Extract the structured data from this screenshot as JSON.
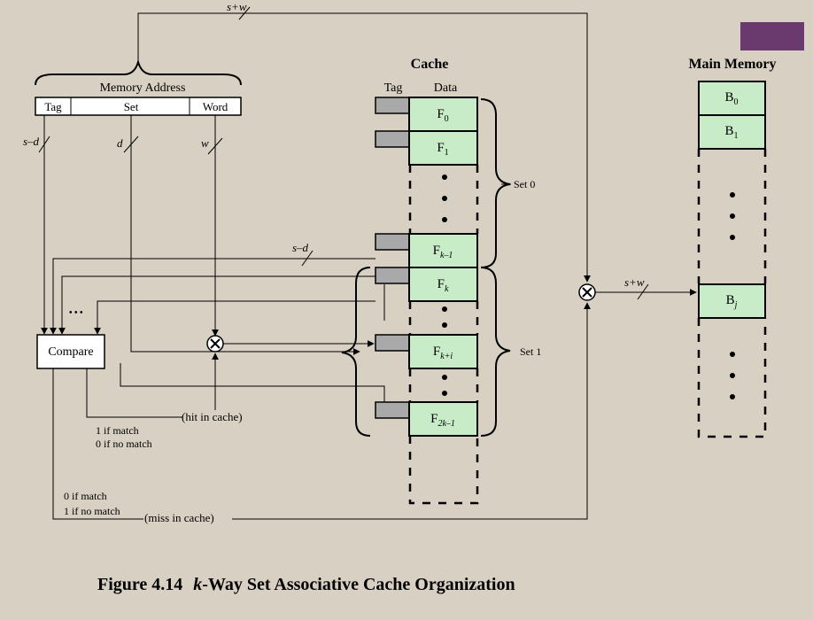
{
  "labels": {
    "top_bus": "s+w",
    "memory_address": "Memory Address",
    "tag": "Tag",
    "set": "Set",
    "word": "Word",
    "tag_width": "s–d",
    "set_width": "d",
    "word_width": "w",
    "cache": "Cache",
    "cache_tag": "Tag",
    "cache_data": "Data",
    "set0": "Set 0",
    "set1": "Set 1",
    "compare_tag_width": "s–d",
    "compare": "Compare",
    "dots": "• • •",
    "hit": "(hit in cache)",
    "hit_match": "1 if match",
    "hit_nomatch": "0 if no match",
    "miss_match": "0 if match",
    "miss_nomatch": "1 if no match",
    "miss": "(miss in cache)",
    "memory_bus": "s+w",
    "main_memory": "Main Memory",
    "caption_number": "Figure 4.14",
    "caption_k": "k",
    "caption_rest": "-Way Set Associative Cache Organization"
  },
  "cache_lines": [
    {
      "base": "F",
      "sub": "0"
    },
    {
      "base": "F",
      "sub": "1"
    },
    {
      "base": "F",
      "sub": "k–1"
    },
    {
      "base": "F",
      "sub": "k"
    },
    {
      "base": "F",
      "sub": "k+i"
    },
    {
      "base": "F",
      "sub": "2k–1"
    }
  ],
  "memory_blocks": [
    {
      "base": "B",
      "sub": "0"
    },
    {
      "base": "B",
      "sub": "1"
    },
    {
      "base": "B",
      "sub": "j"
    }
  ],
  "colors": {
    "background": "#d8d0c2",
    "slot_fill": "#c8ecc8",
    "tag_fill": "#a9a9a9",
    "logo_block": "#6a3a6e"
  }
}
